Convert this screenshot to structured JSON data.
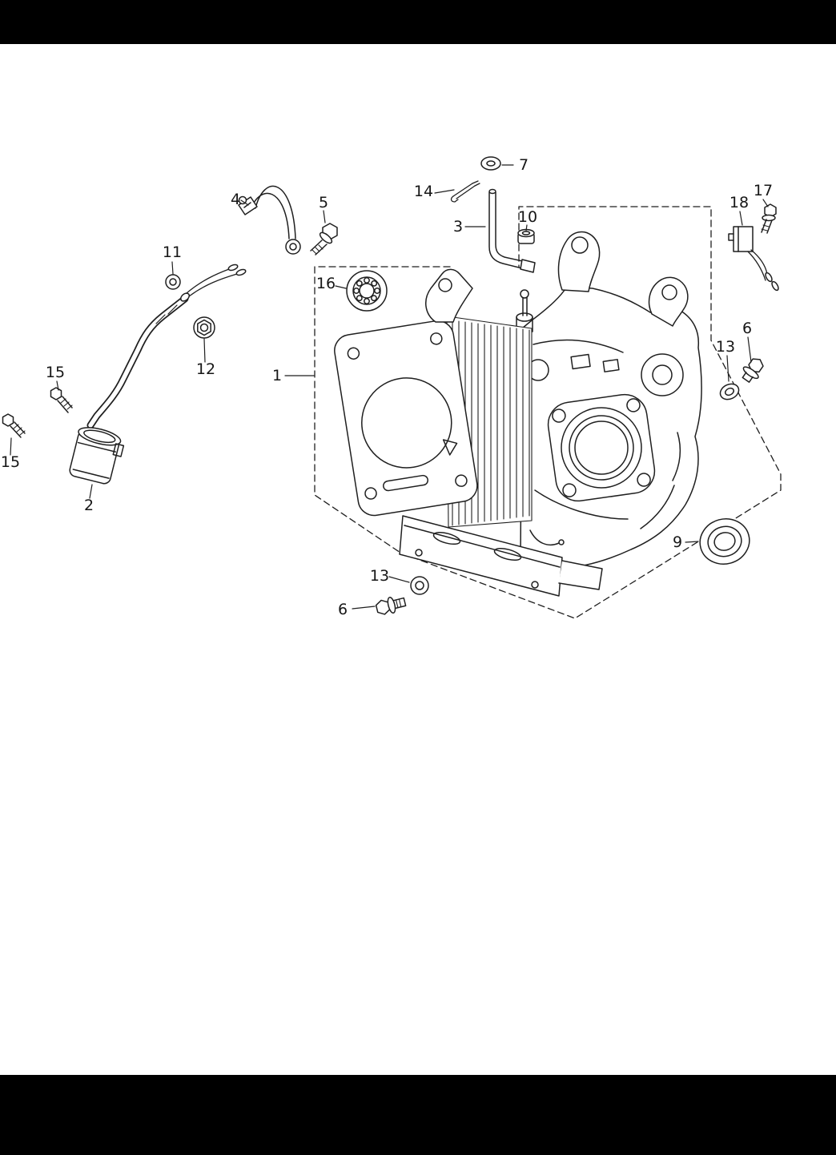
{
  "colors": {
    "paper": "#ffffff",
    "ink": "#1f1f1f",
    "letterbox_bar": "#000000"
  },
  "callouts": [
    {
      "label": "7"
    },
    {
      "label": "14"
    },
    {
      "label": "4"
    },
    {
      "label": "5"
    },
    {
      "label": "3"
    },
    {
      "label": "10"
    },
    {
      "label": "17"
    },
    {
      "label": "18"
    },
    {
      "label": "11"
    },
    {
      "label": "16"
    },
    {
      "label": "13"
    },
    {
      "label": "6"
    },
    {
      "label": "12"
    },
    {
      "label": "15"
    },
    {
      "label": "15"
    },
    {
      "label": "1"
    },
    {
      "label": "2"
    },
    {
      "label": "9"
    },
    {
      "label": "13"
    },
    {
      "label": "6"
    }
  ]
}
